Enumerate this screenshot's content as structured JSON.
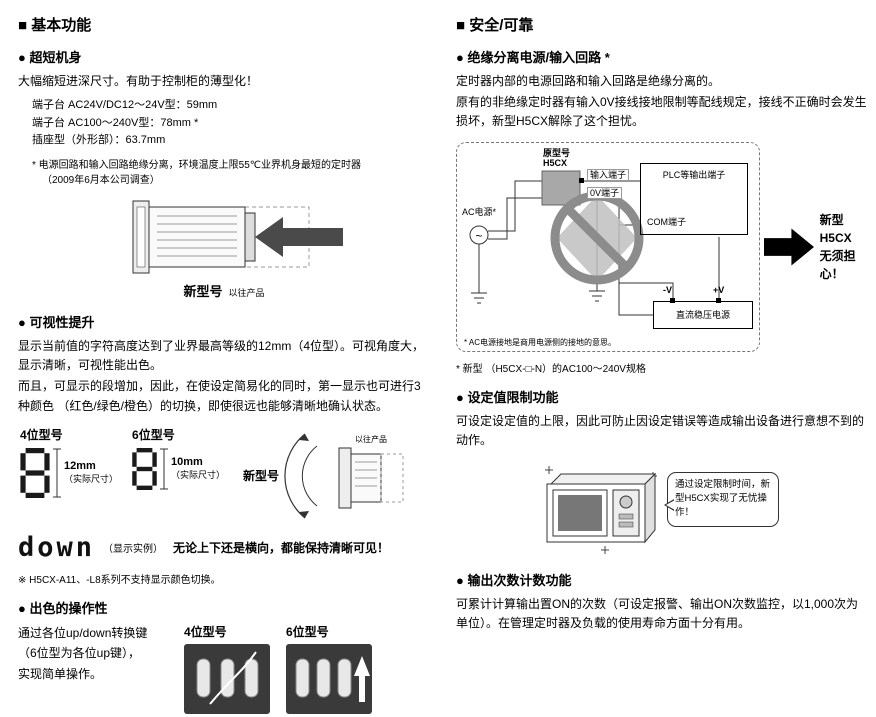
{
  "page": {
    "left": {
      "heading": "■ 基本功能",
      "compact": {
        "title": "● 超短机身",
        "intro": "大幅缩短进深尺寸。有助于控制柜的薄型化！",
        "specs": [
          "端子台 AC24V/DC12～24V型：59mm",
          "端子台 AC100～240V型：78mm *",
          "插座型（外形部）：63.7mm"
        ],
        "note1": "* 电源回路和输入回路绝缘分离，环境温度上限55℃业界机身最短的定时器",
        "note2": "（2009年6月本公司调查）",
        "fig": {
          "new": "新型号",
          "old": "以往产品"
        }
      },
      "visibility": {
        "title": "● 可视性提升",
        "para1": "显示当前值的字符高度达到了业界最高等级的12mm（4位型）。可视角度大，显示清晰，可视性能出色。",
        "para2": "而且，可显示的段增加，因此，在使设定简易化的同时，第一显示也可进行3种颜色 （红色/绿色/橙色）的切换，即使很远也能够清晰地确认状态。",
        "label4": "4位型号",
        "label6": "6位型号",
        "size4": "12mm",
        "size6": "10mm",
        "actual": "（实际尺寸）",
        "new": "新型号",
        "old": "以往产品",
        "down": "down",
        "down_caption": "（显示实例）",
        "down_note": "无论上下还是横向，都能保持清晰可见！",
        "footnote": "※ H5CX-A11、-L8系列不支持显示颜色切换。"
      },
      "operability": {
        "title": "● 出色的操作性",
        "line1": "通过各位up/down转换键",
        "line2": "（6位型为各位up键），",
        "line3": "实现简单操作。",
        "label4": "4位型号",
        "label6": "6位型号"
      }
    },
    "right": {
      "heading": "■ 安全/可靠",
      "isolation": {
        "title": "● 绝缘分离电源/输入回路 *",
        "para1": "定时器内部的电源回路和输入回路是绝缘分离的。",
        "para2": "原有的非绝缘定时器有输入0V接线接地限制等配线规定，接线不正确时会发生损坏，新型H5CX解除了这个担忧。",
        "diagram": {
          "old_model_line1": "原型号",
          "old_model_line2": "H5CX",
          "input_terminal": "输入端子",
          "zero_v_terminal": "0V端子",
          "plc_box": "PLC等输出端子",
          "com_terminal": "COM端子",
          "ac_source": "AC电源*",
          "ac_symbol": "~",
          "dc_supply": "直流稳压电源",
          "minus_v": "-V",
          "plus_v": "+V",
          "note": "* AC电源接地是商用电源侧的接地的意思。",
          "arrow_line1": "新型H5CX",
          "arrow_line2": "无须担心！"
        },
        "footnote": "* 新型 （H5CX-□-N）的AC100～240V规格"
      },
      "limit": {
        "title": "● 设定值限制功能",
        "body": "可设定设定值的上限，因此可防止因设定错误等造成输出设备进行意想不到的动作。",
        "bubble": "通过设定限制时间，新型H5CX实现了无忧操作！"
      },
      "counter": {
        "title": "● 输出次数计数功能",
        "body": "可累计计算输出置ON的次数（可设定报警、输出ON次数监控，以1,000次为单位）。在管理定时器及负载的使用寿命方面十分有用。"
      }
    }
  }
}
